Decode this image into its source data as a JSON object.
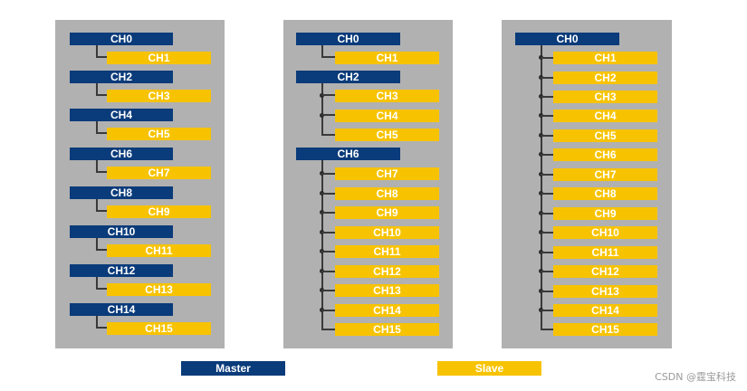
{
  "colors": {
    "master": "#0a3b7a",
    "slave": "#f7c300",
    "panel": "#b1b1b1",
    "connector": "#3a3a3a"
  },
  "panels": [
    {
      "masters": [
        "CH0",
        "CH2",
        "CH4",
        "CH6",
        "CH8",
        "CH10",
        "CH12",
        "CH14"
      ],
      "slaves": [
        "CH1",
        "CH3",
        "CH5",
        "CH7",
        "CH9",
        "CH11",
        "CH13",
        "CH15"
      ]
    },
    {
      "masters": [
        "CH0",
        "CH2",
        "CH6"
      ],
      "slaves": [
        "CH1",
        "CH3",
        "CH4",
        "CH5",
        "CH7",
        "CH8",
        "CH9",
        "CH10",
        "CH11",
        "CH12",
        "CH13",
        "CH14",
        "CH15"
      ]
    },
    {
      "masters": [
        "CH0"
      ],
      "slaves": [
        "CH1",
        "CH2",
        "CH3",
        "CH4",
        "CH5",
        "CH6",
        "CH7",
        "CH8",
        "CH9",
        "CH10",
        "CH11",
        "CH12",
        "CH13",
        "CH14",
        "CH15"
      ]
    }
  ],
  "legend": {
    "master": "Master",
    "slave": "Slave"
  },
  "watermark": "CSDN @霆宝科技"
}
